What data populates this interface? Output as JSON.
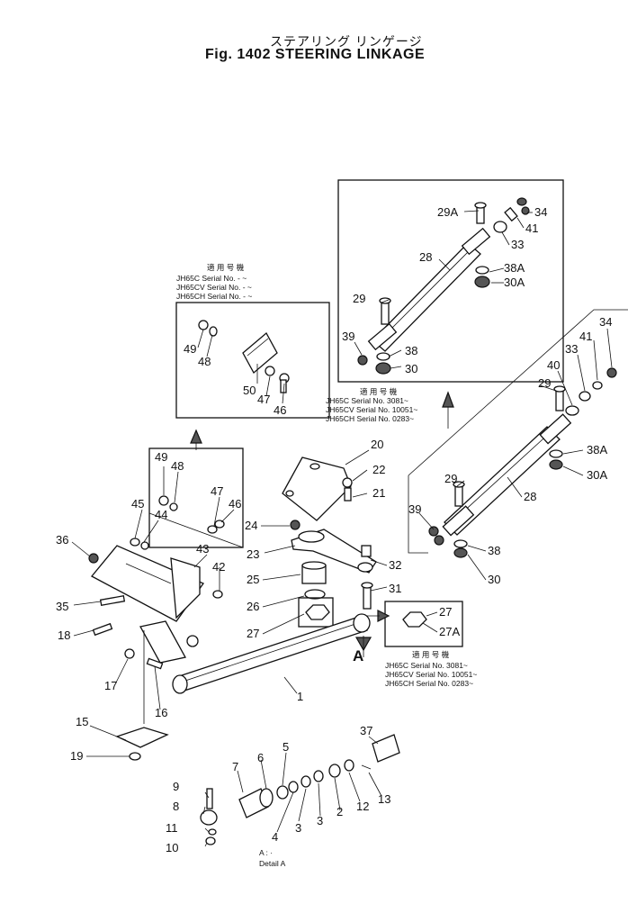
{
  "title": {
    "japanese": "ステアリング リンゲージ",
    "english": "Fig. 1402  STEERING  LINKAGE"
  },
  "serial_blocks": {
    "upper_left": {
      "header": "適 用 号 機",
      "lines": [
        "JH65C   Serial No. - ~",
        "JH65CV  Serial No. - ~",
        "JH65CH  Serial No. - ~"
      ]
    },
    "upper_right": {
      "header": "適 用 号 機",
      "lines": [
        "JH65C   Serial No. 3081~",
        "JH65CV  Serial No. 10051~",
        "JH65CH  Serial No. 0283~"
      ]
    },
    "lower": {
      "header": "適 用 号 機",
      "lines": [
        "JH65C   Serial No. 3081~",
        "JH65CV  Serial No. 10051~",
        "JH65CH  Serial No. 0283~"
      ]
    }
  },
  "detail": {
    "marker": "A",
    "caption_line1": "A  :  ·",
    "caption_line2": "Detail  A"
  },
  "part_labels": [
    "1",
    "2",
    "3",
    "3",
    "4",
    "5",
    "6",
    "7",
    "8",
    "9",
    "10",
    "11",
    "12",
    "13",
    "15",
    "16",
    "17",
    "18",
    "19",
    "20",
    "21",
    "22",
    "23",
    "24",
    "25",
    "26",
    "27",
    "27",
    "27A",
    "28",
    "28",
    "29",
    "29",
    "29",
    "29A",
    "30",
    "30",
    "30A",
    "30A",
    "31",
    "32",
    "33",
    "33",
    "34",
    "34",
    "35",
    "36",
    "37",
    "38",
    "38",
    "38A",
    "38A",
    "39",
    "39",
    "40",
    "41",
    "41",
    "42",
    "43",
    "44",
    "45",
    "46",
    "46",
    "47",
    "47",
    "48",
    "48",
    "49",
    "49",
    "50"
  ]
}
